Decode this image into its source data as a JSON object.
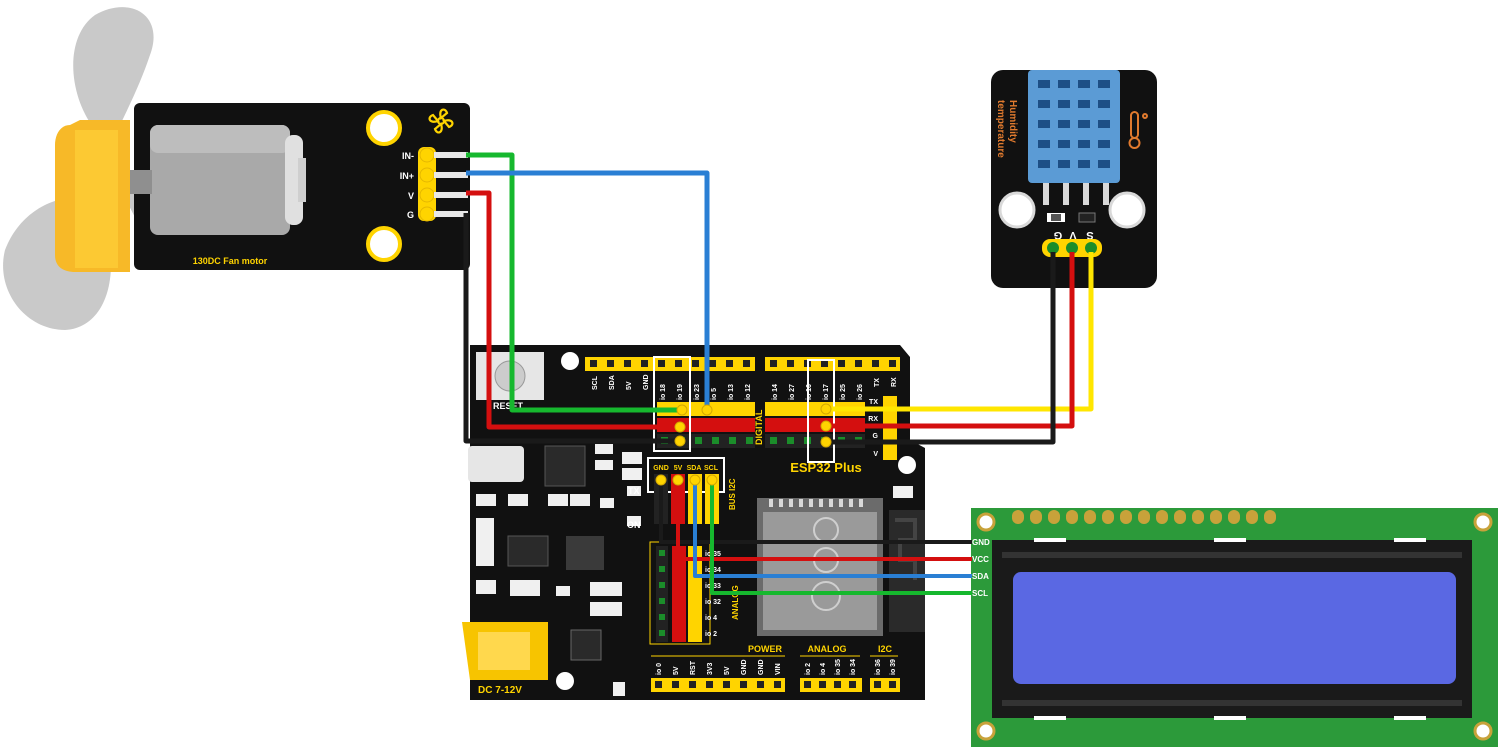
{
  "fan": {
    "label": "130DC Fan motor",
    "pins": [
      "IN-",
      "IN+",
      "V",
      "G"
    ]
  },
  "sensor": {
    "title_line1": "Humidity",
    "title_line2": "temperature",
    "pins": [
      "G",
      "V",
      "S"
    ]
  },
  "board": {
    "name": "ESP32 Plus",
    "reset": "RESET",
    "digital": "DIGITAL",
    "analog_side": "ANALOG",
    "bus_i2c": "BUS I2C",
    "tx": "TX",
    "on": "ON",
    "dc": "DC 7-12V",
    "top_left_headers": [
      "SCL",
      "SDA",
      "5V",
      "GND",
      "io 18",
      "io 19",
      "io 23",
      "io 5",
      "io 13",
      "io 12"
    ],
    "top_right_headers": [
      "io 14",
      "io 27",
      "io 16",
      "io 17",
      "io 25",
      "io 26",
      "TX",
      "RX"
    ],
    "uart_side": [
      "TX",
      "RX",
      "G",
      "V"
    ],
    "i2c_bus_pins": [
      "GND",
      "5V",
      "SDA",
      "SCL"
    ],
    "analog_pins": [
      "io 35",
      "io 34",
      "io 33",
      "io 32",
      "io 4",
      "io 2"
    ],
    "power_title": "POWER",
    "analog_title": "ANALOG",
    "i2c_title": "I2C",
    "bottom_power": [
      "io 0",
      "5V",
      "RST",
      "3V3",
      "5V",
      "GND",
      "GND",
      "VIN"
    ],
    "bottom_analog": [
      "io 2",
      "io 4",
      "io 35",
      "io 34"
    ],
    "bottom_i2c": [
      "io 36",
      "io 39"
    ]
  },
  "lcd": {
    "pins": [
      "GND",
      "VCC",
      "SDA",
      "SCL"
    ],
    "screen_color": "#5a68e3"
  },
  "colors": {
    "wire_green": "#16b82e",
    "wire_blue": "#2a7fd4",
    "wire_red": "#d40f0f",
    "wire_black": "#1a1a1a",
    "wire_yellow": "#ffe600",
    "header_yellow": "#fff200",
    "board_black": "#111111",
    "lcd_green": "#2c9a3a"
  }
}
